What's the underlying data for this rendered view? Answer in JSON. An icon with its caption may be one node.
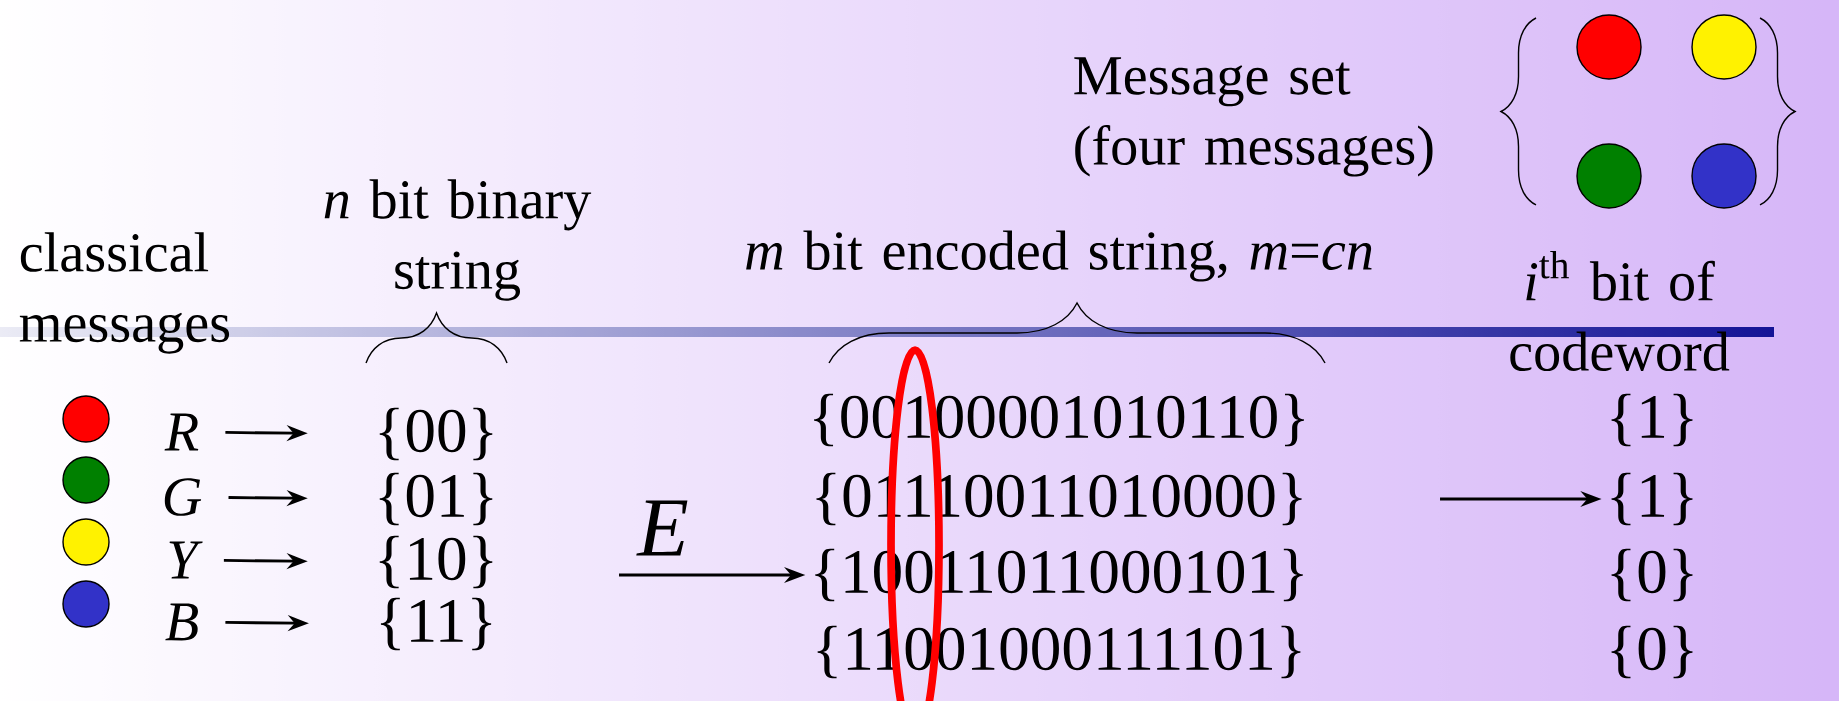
{
  "diagram": {
    "nodes": [
      {
        "text": [
          "R"
        ]
      },
      {
        "text": [
          "G"
        ]
      },
      {
        "text": [
          "Y"
        ]
      },
      {
        "text": [
          "B"
        ]
      },
      {
        "text": [
          "{00}"
        ]
      },
      {
        "text": [
          "{01}"
        ]
      },
      {
        "text": [
          "{10}"
        ]
      },
      {
        "text": [
          "{11}"
        ]
      },
      {
        "text": [
          "{00100001010110}"
        ]
      },
      {
        "text": [
          "{01110011010000}"
        ]
      },
      {
        "text": [
          "{10011011000101}"
        ]
      },
      {
        "text": [
          "{11001000111101}"
        ]
      },
      {
        "text": [
          "{1}"
        ]
      },
      {
        "text": [
          "{1}"
        ]
      },
      {
        "text": [
          "{0}"
        ]
      },
      {
        "text": [
          "{0}"
        ]
      }
    ],
    "edges": [
      {
        "from": 0,
        "to": 4,
        "arrow": "to"
      },
      {
        "from": 1,
        "to": 5,
        "arrow": "to"
      },
      {
        "from": 2,
        "to": 6,
        "arrow": "to"
      },
      {
        "from": 3,
        "to": 7,
        "arrow": "to"
      },
      {
        "from": null,
        "to": 10,
        "arrow": "to",
        "label": "E"
      },
      {
        "from": null,
        "to": 13,
        "arrow": "to"
      }
    ],
    "labels": [
      "Message set (four messages)",
      "*n* bit binary string",
      "*m* bit encoded string, *m*=*cn*",
      "classical messages",
      "*i*$^{th}$ bit of codeword"
    ]
  }
}
